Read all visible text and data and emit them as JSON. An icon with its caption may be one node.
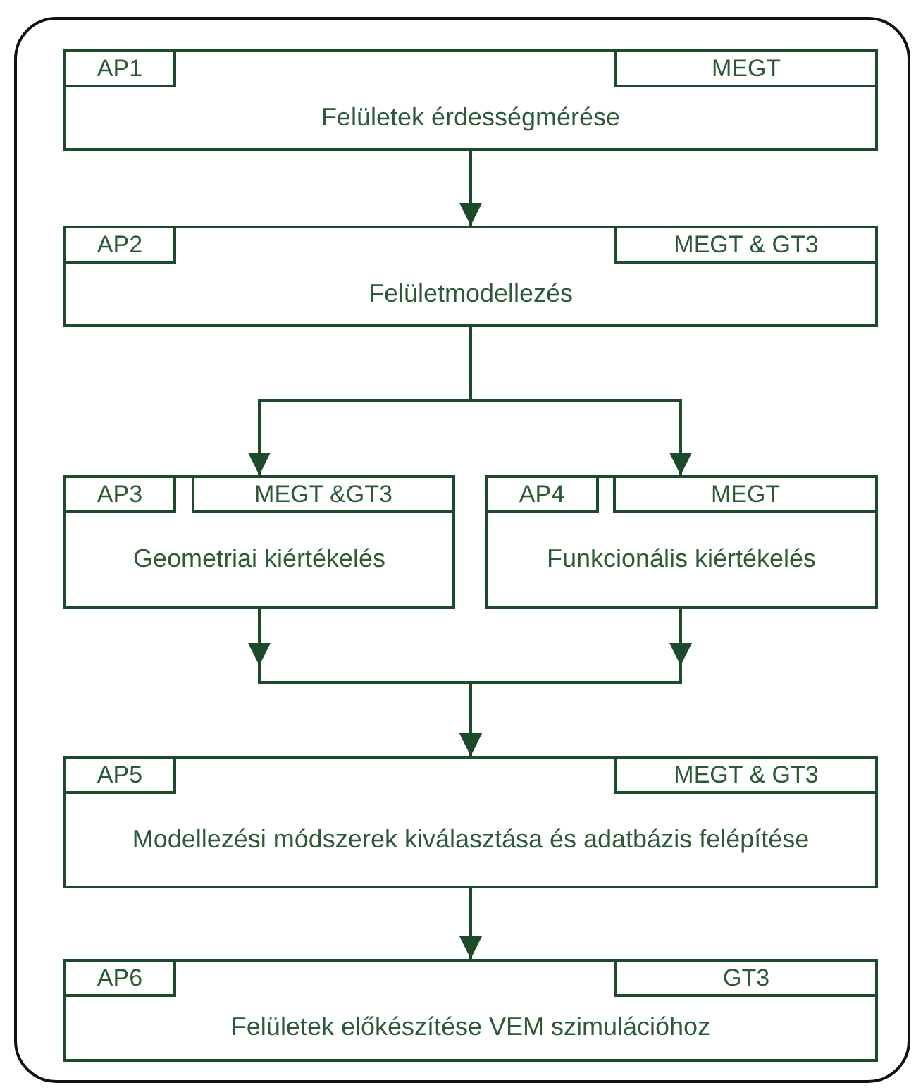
{
  "diagram": {
    "nodes": [
      {
        "text": [
          "AP1",
          "MEGT",
          "Felületek érdességmérése"
        ]
      },
      {
        "text": [
          "AP2",
          "MEGT & GT3",
          "Felületmodellezés"
        ]
      },
      {
        "text": [
          "AP3",
          "MEGT &GT3",
          "Geometriai kiértékelés"
        ]
      },
      {
        "text": [
          "AP4",
          "MEGT",
          "Funkcionális kiértékelés"
        ]
      },
      {
        "text": [
          "AP5",
          "MEGT & GT3",
          "Modellezési módszerek kiválasztása és adatbázis felépítése"
        ]
      },
      {
        "text": [
          "AP6",
          "GT3",
          "Felületek előkészítése VEM szimulációhoz"
        ]
      }
    ],
    "edges": [
      {
        "from": 0,
        "to": 1,
        "arrow": "to"
      },
      {
        "from": 1,
        "to": 2,
        "arrow": "to"
      },
      {
        "from": 1,
        "to": 3,
        "arrow": "to"
      },
      {
        "from": 2,
        "to": 4,
        "arrow": "to"
      },
      {
        "from": 3,
        "to": 4,
        "arrow": "to"
      },
      {
        "from": 4,
        "to": 5,
        "arrow": "to"
      }
    ]
  }
}
